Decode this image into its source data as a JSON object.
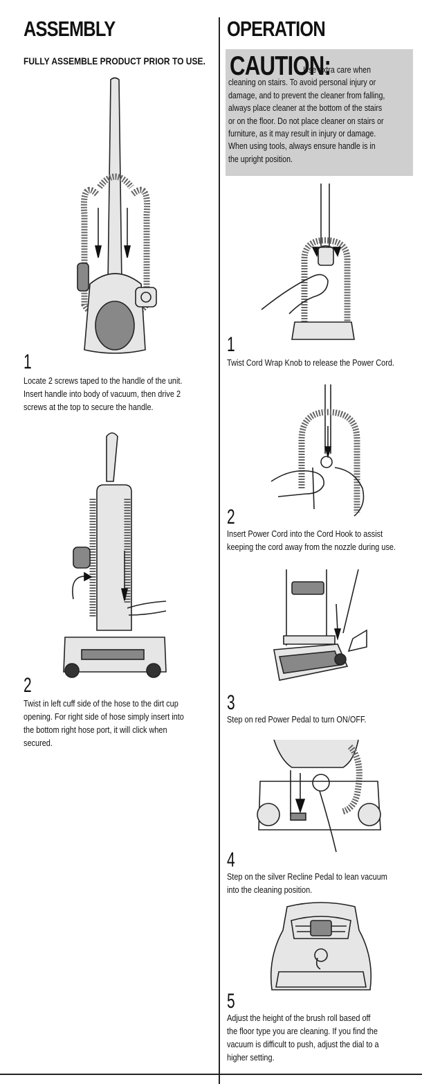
{
  "assembly": {
    "title": "ASSEMBLY",
    "subtitle": "FULLY ASSEMBLE PRODUCT PRIOR TO USE.",
    "steps": [
      {
        "number": "1",
        "text_lines": [
          "Locate 2 screws taped to the handle of the unit.",
          "Insert handle into body of vacuum, then drive 2",
          "screws at the top to secure the handle."
        ]
      },
      {
        "number": "2",
        "text_lines": [
          "Twist in left cuff side of the hose to the dirt cup",
          "opening. For right side of hose simply insert into",
          "the bottom right hose port, it will click when",
          "secured."
        ]
      }
    ]
  },
  "operation": {
    "title": "OPERATION",
    "caution": {
      "label": "CAUTION:",
      "text_lines": [
        "Use extra care when",
        "cleaning on stairs. To avoid personal injury or",
        "damage, and to prevent the cleaner from falling,",
        "always place cleaner at the bottom of the stairs",
        "or on the floor. Do not place cleaner on stairs or",
        "furniture, as it may result in injury or damage.",
        "When using tools, always ensure handle is in",
        "the upright position."
      ]
    },
    "steps": [
      {
        "number": "1",
        "text_lines": [
          "Twist Cord Wrap Knob to release the Power Cord."
        ]
      },
      {
        "number": "2",
        "text_lines": [
          "Insert Power Cord into the Cord Hook to assist",
          "keeping the cord away from the nozzle during use."
        ]
      },
      {
        "number": "3",
        "text_lines": [
          "Step on red Power Pedal to turn ON/OFF."
        ]
      },
      {
        "number": "4",
        "text_lines": [
          "Step on the silver Recline Pedal to lean vacuum",
          "into the cleaning position."
        ]
      },
      {
        "number": "5",
        "text_lines": [
          "Adjust the height of the brush roll based off",
          "the floor type you are cleaning. If you find the",
          "vacuum is difficult to push, adjust the dial to a",
          "higher setting."
        ]
      }
    ]
  },
  "colors": {
    "caution_background": "#cfcfcf",
    "text": "#111111",
    "rule": "#222222"
  }
}
